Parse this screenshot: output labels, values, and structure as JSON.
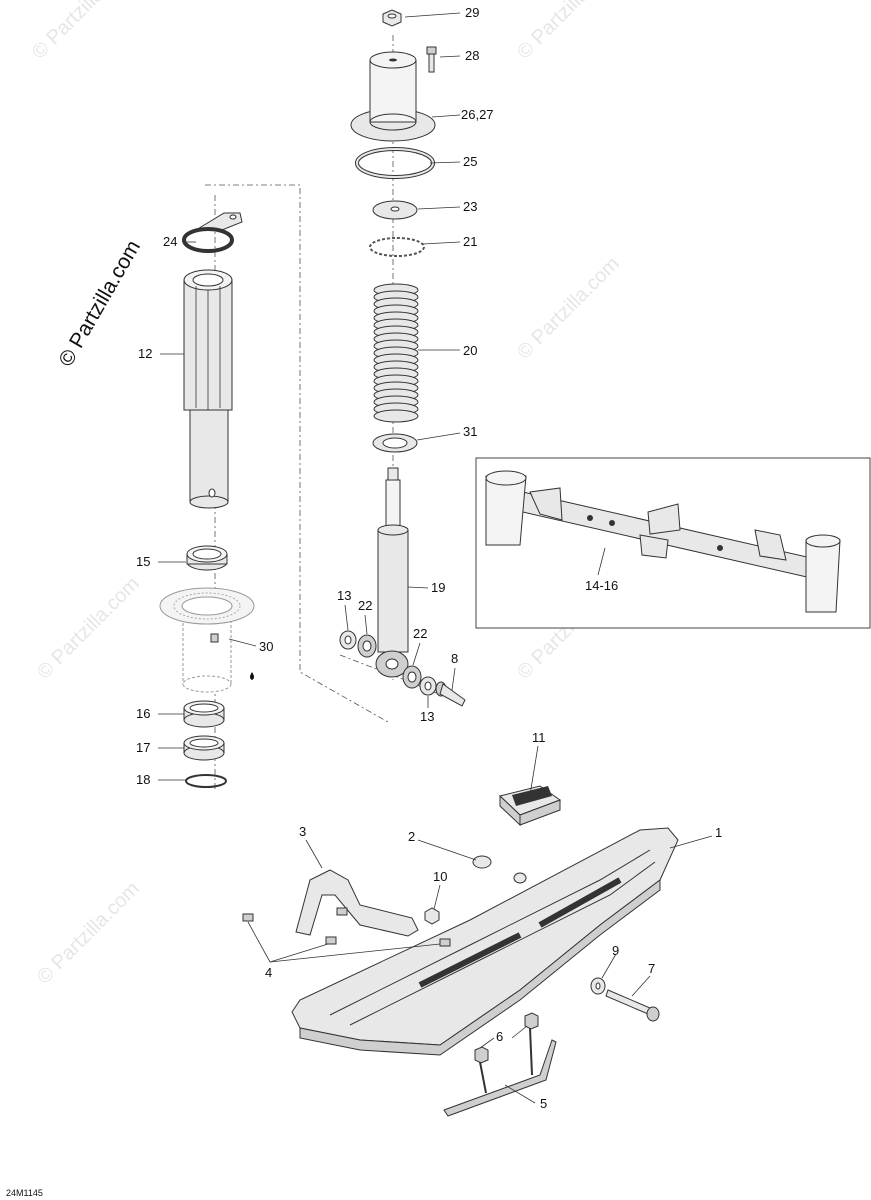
{
  "watermark": {
    "main": "© Partzilla.com",
    "faded": "© Partzilla.com"
  },
  "drawing_code": "24M1145",
  "callouts": {
    "c29": "29",
    "c28": "28",
    "c26_27": "26,27",
    "c25": "25",
    "c23": "23",
    "c21": "21",
    "c24": "24",
    "c20": "20",
    "c12": "12",
    "c31": "31",
    "c14_16": "14-16",
    "c15": "15",
    "c19": "19",
    "c13a": "13",
    "c22a": "22",
    "c22b": "22",
    "c30": "30",
    "c8": "8",
    "c13b": "13",
    "c16": "16",
    "c17": "17",
    "c18": "18",
    "c11": "11",
    "c3": "3",
    "c2": "2",
    "c1": "1",
    "c10": "10",
    "c4": "4",
    "c9": "9",
    "c7": "7",
    "c6": "6",
    "c5": "5"
  }
}
